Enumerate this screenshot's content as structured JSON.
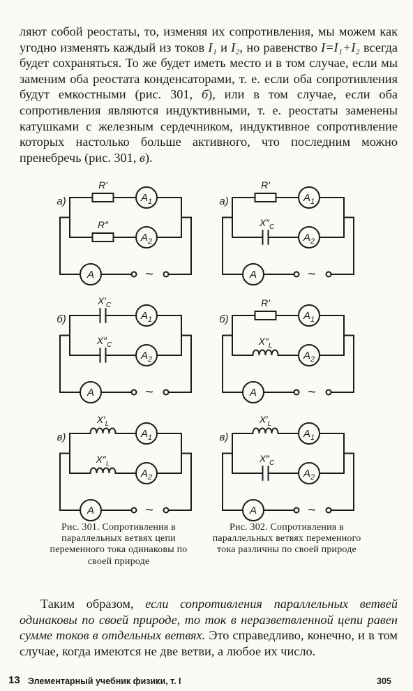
{
  "top_paragraph": {
    "t1": "ляют собой реостаты, то, изменяя их сопротивления, мы можем как угодно изменять каждый из токов ",
    "I1": "I₁",
    "t2": " и ",
    "I2": "I₂",
    "t3": ", но равенство ",
    "eq": "I=I₁+I₂",
    "t4": " всегда будет сохраняться. То же будет иметь место и в том случае, если мы заменим оба реостата конденсаторами, т. е. если оба сопротивления будут емкостными (рис. 301, ",
    "b1": "б",
    "t5": "), или в том случае, если оба сопротивления являются индуктивными, т. е. реостаты заменены катушками с железным сердечником, индуктивное сопротивление которых настолько больше активного, что последним можно пренебречь (рис. 301, ",
    "v1": "в",
    "t6": ")."
  },
  "figures": {
    "panel_labels": {
      "a": "а)",
      "b": "б)",
      "v": "в)"
    },
    "resistor_1": "R′",
    "resistor_2": "R″",
    "cap_1": "X′C",
    "cap_2": "X″C",
    "ind_1": "X′L",
    "ind_2": "X″L",
    "ammeter_1": "A1",
    "ammeter_2": "A2",
    "ammeter_main": "A",
    "source": "~"
  },
  "captions": {
    "fig301": "Рис. 301. Сопротивления в параллельных ветвях цепи переменного тока одинаковы по своей природе",
    "fig302": "Рис. 302. Сопротивления в параллельных ветвях переменного тока различны по своей природе"
  },
  "bottom_paragraph": {
    "t1": "Таким образом, ",
    "it1": "если сопротивления параллельных ветвей одинаковы по своей природе, то ток в неразветвленной цепи равен сумме токов в отдельных ветвях.",
    "t2": " Это справедливо, конечно, и в том случае, когда имеются не две ветви, а любое их число."
  },
  "footer": {
    "num": "13",
    "title": "Элементарный учебник физики, т. I",
    "page": "305"
  }
}
